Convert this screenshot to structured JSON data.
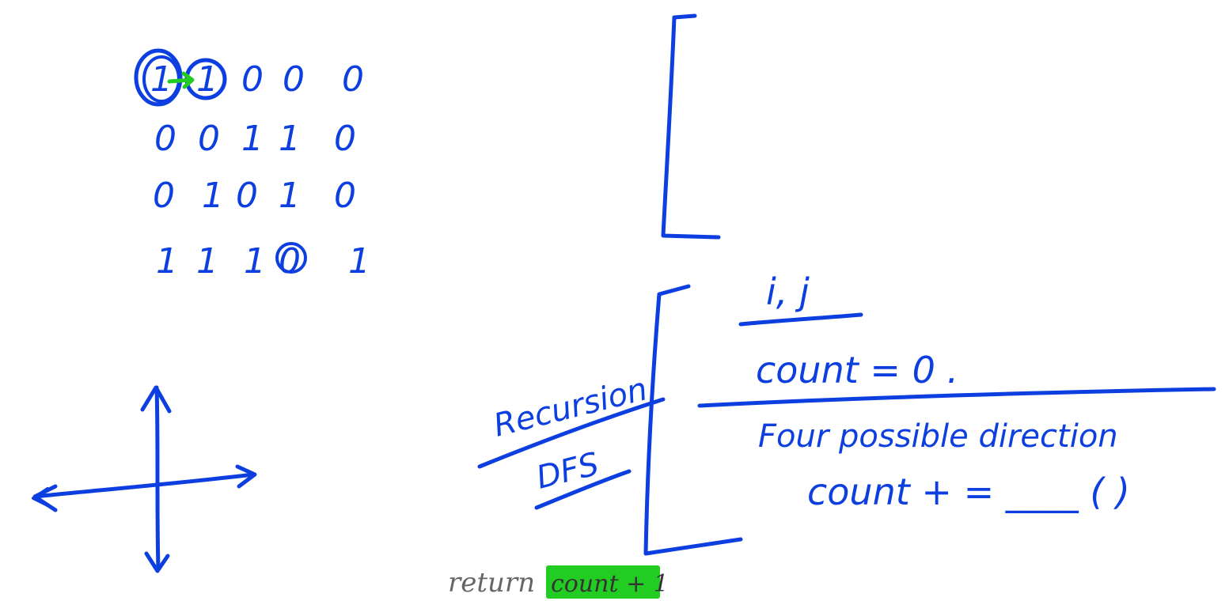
{
  "colors": {
    "ink": "#0d3fe0",
    "highlight": "#22cc22",
    "pencil": "#666666",
    "background": "#ffffff"
  },
  "grid": {
    "rows": [
      [
        "1",
        "1",
        "0",
        "0",
        "0"
      ],
      [
        "0",
        "0",
        "1",
        "1",
        "0"
      ],
      [
        "0",
        "1",
        "0",
        "1",
        "0"
      ],
      [
        "1",
        "1",
        "1",
        "0",
        "1"
      ]
    ]
  },
  "notes": {
    "indices": "i, j",
    "count_init": "count = 0 .",
    "directions": "Four possible direction",
    "count_update": "count + = ____ ( )",
    "side_label_top": "Recursion",
    "side_label_bottom": "DFS",
    "return_word": "return",
    "return_value": "count + 1"
  }
}
